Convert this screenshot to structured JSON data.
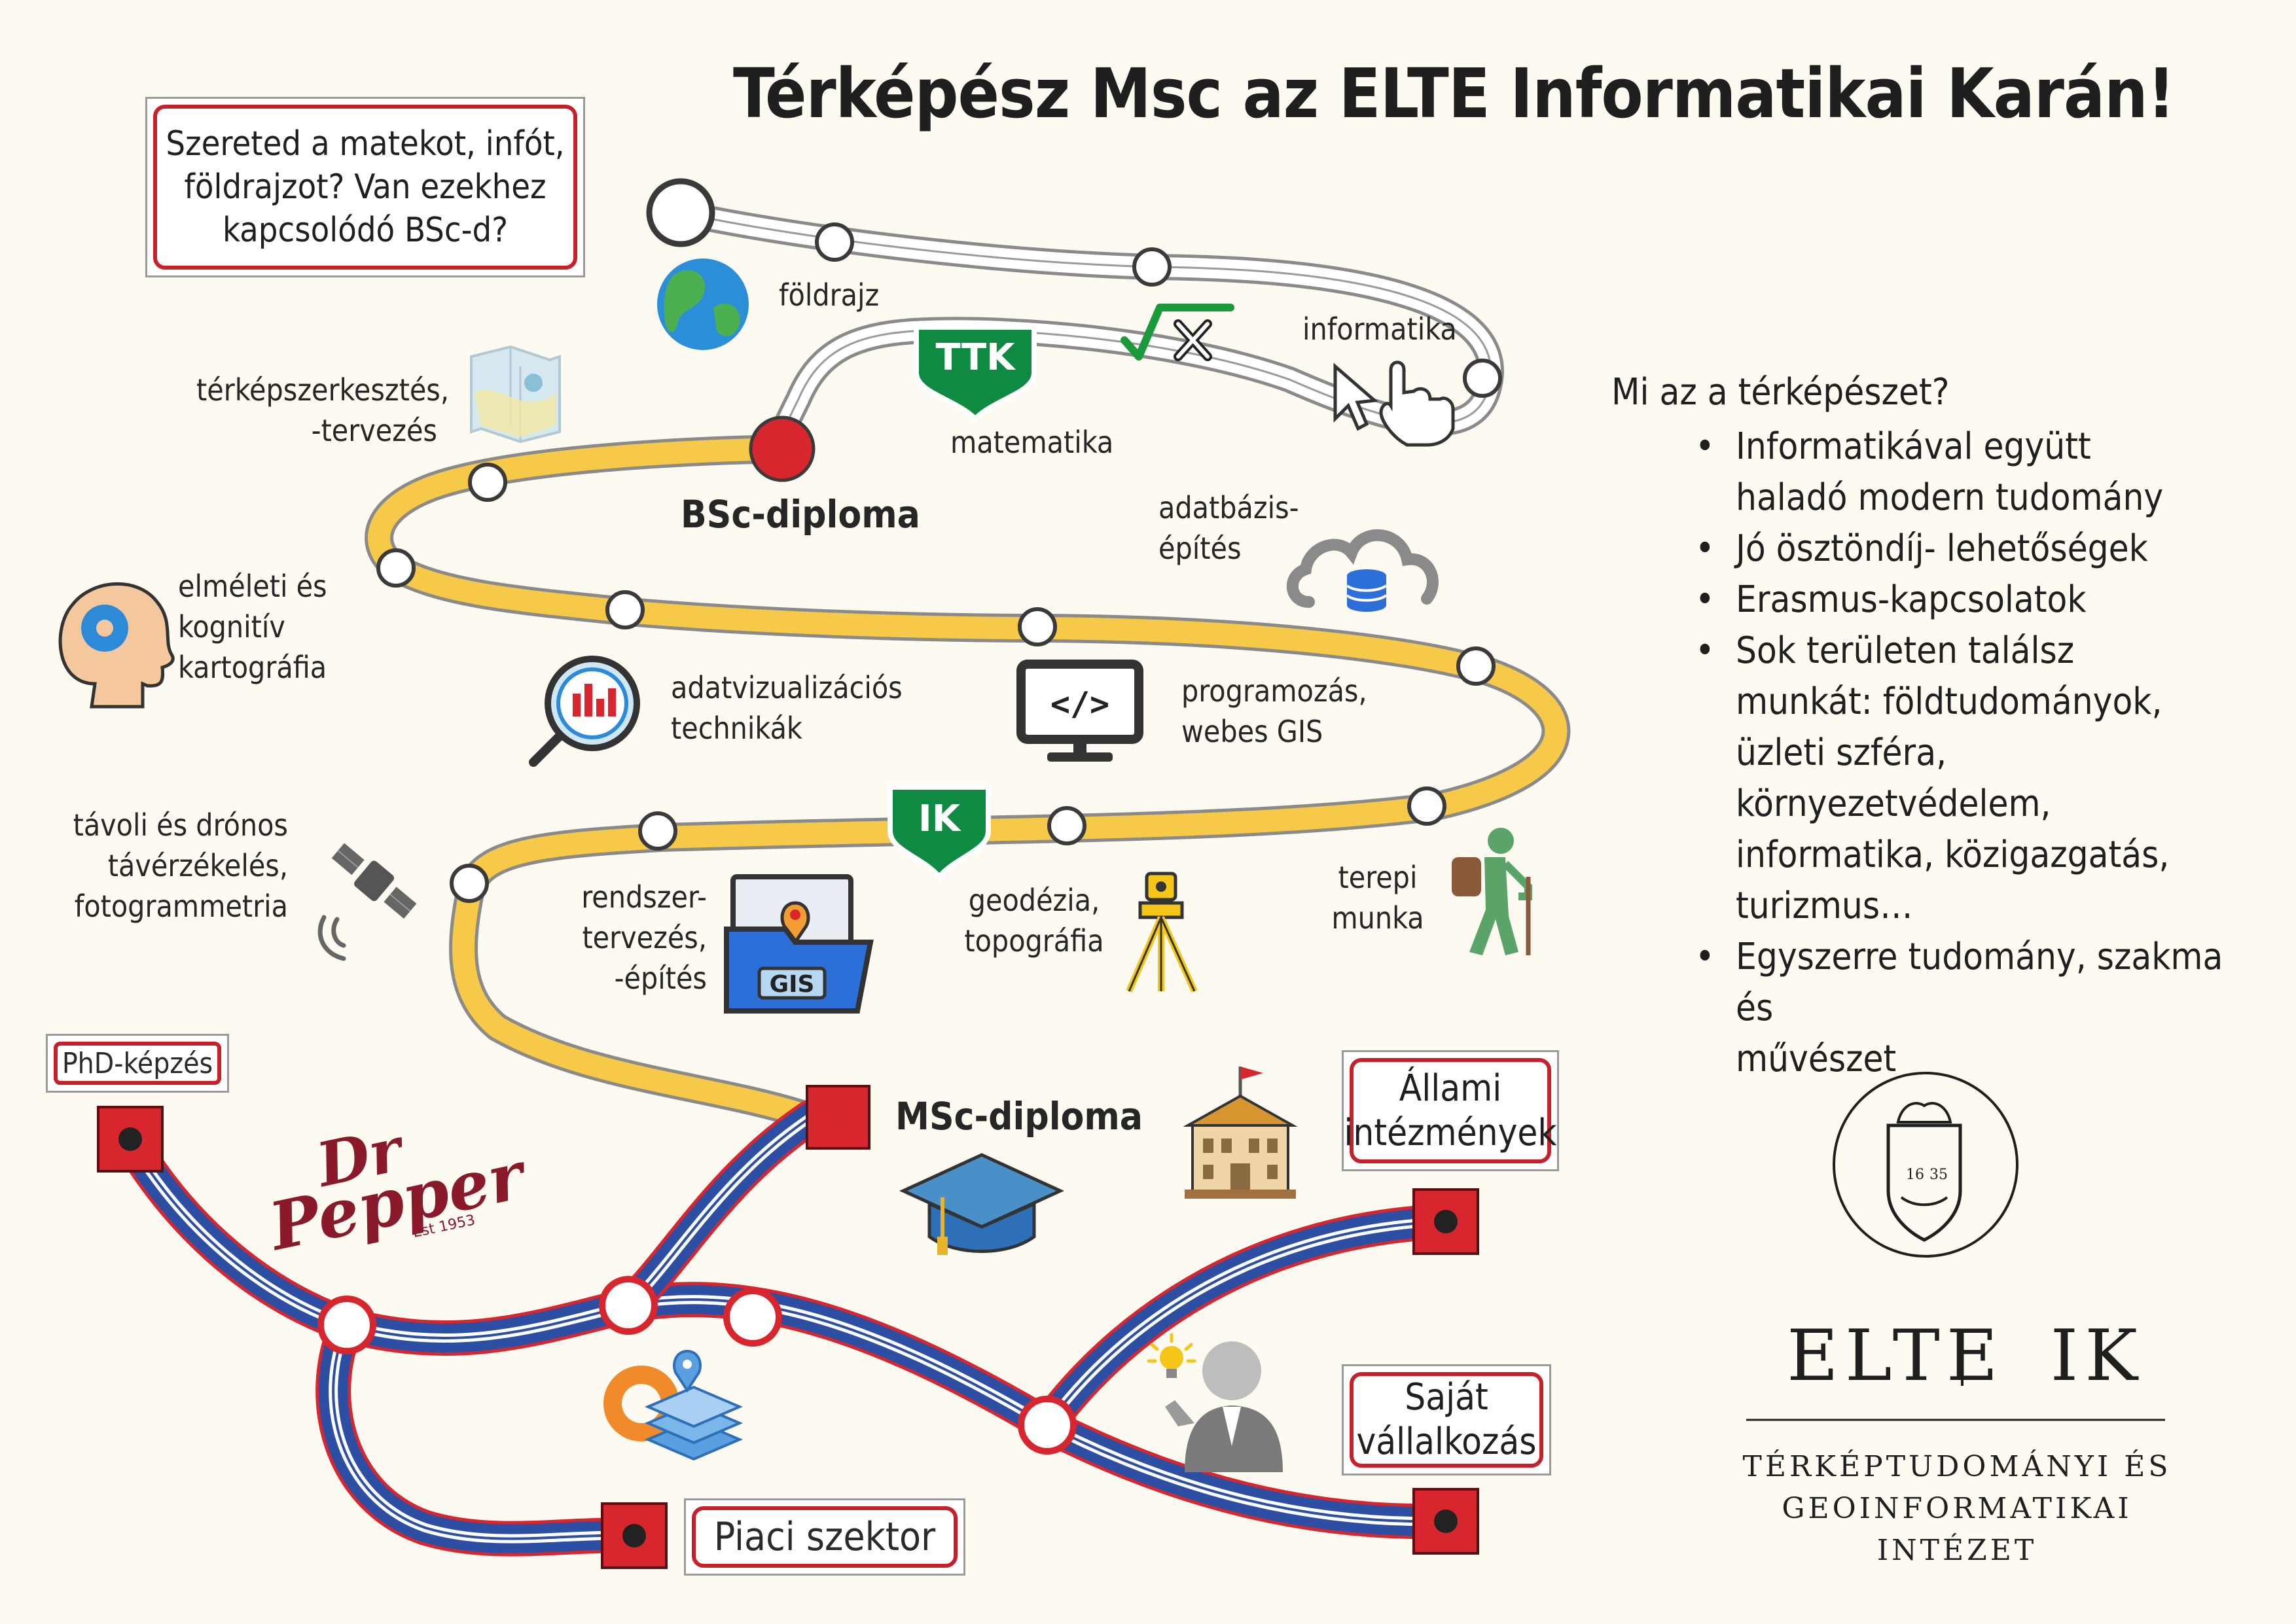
{
  "title": "Térképész Msc az ELTE Informatikai Karán!",
  "intro_box": [
    "Szereted a matekot, infót,",
    "földrajzot? Van ezekhez",
    "kapcsolódó BSc-d?"
  ],
  "road_signs": {
    "ttk": "TTK",
    "ik": "IK"
  },
  "milestones": {
    "bsc": "BSc-diploma",
    "msc": "MSc-diploma"
  },
  "bsc_topics": {
    "geography": "földrajz",
    "informatics": "informatika",
    "mathematics": "matematika"
  },
  "msc_topics": {
    "map_design": [
      "térképszerkesztés,",
      "-tervezés"
    ],
    "cognitive": [
      "elméleti és",
      "kognitív",
      "kartográfia"
    ],
    "database": [
      "adatbázis-",
      "építés"
    ],
    "dataviz": [
      "adatvizualizációs",
      "technikák"
    ],
    "programming": [
      "programozás,",
      "webes GIS"
    ],
    "remote_sensing": [
      "távoli és drónos",
      "távérzékelés,",
      "fotogrammetria"
    ],
    "system_design": [
      "rendszer-",
      "tervezés,",
      "-építés"
    ],
    "geodesy": [
      "geodézia,",
      "topográfia"
    ],
    "fieldwork": [
      "terepi",
      "munka"
    ]
  },
  "destinations": {
    "phd": "PhD-képzés",
    "state": [
      "Állami",
      "intézmények"
    ],
    "own_business": [
      "Saját",
      "vállalkozás"
    ],
    "market": "Piaci szektor"
  },
  "icons": {
    "gis_folder_text": "GIS",
    "code_icon_text": "</>",
    "sponsor_logo": [
      "Dr",
      "Pepper",
      "Est 1953"
    ],
    "seal_years": [
      "16",
      "35"
    ]
  },
  "info": {
    "heading": "Mi az a térképészet?",
    "bullets": [
      [
        "Informatikával együtt",
        "haladó modern tudomány"
      ],
      [
        "Jó ösztöndíj- lehetőségek"
      ],
      [
        "Erasmus-kapcsolatok"
      ],
      [
        "Sok területen találsz",
        "munkát: földtudományok,",
        "üzleti szféra, környezetvédelem,",
        "informatika, közigazgatás,",
        "turizmus…"
      ],
      [
        "Egyszerre tudomány, szakma és",
        "művészet"
      ]
    ]
  },
  "footer": {
    "logo_left": "ELTE",
    "logo_right": "IK",
    "institute": [
      "TÉRKÉPTUDOMÁNYI ÉS",
      "GEOINFORMATIKAI",
      "INTÉZET"
    ]
  },
  "colors": {
    "background": "#fdfaf1",
    "yellow_road": "#f7c948",
    "road_edge": "#8a8a8a",
    "metro_blue": "#2c4fa3",
    "metro_red": "#d7262e",
    "sign_green": "#0e8a43",
    "accent_red": "#c8202a"
  }
}
